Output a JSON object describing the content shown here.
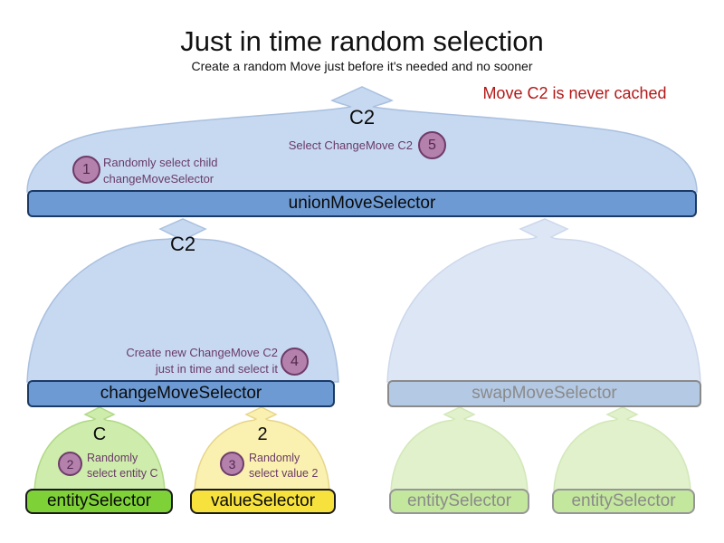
{
  "title": "Just in time random selection",
  "subtitle": "Create a random Move just before it's needed and no sooner",
  "note": "Move C2 is never cached",
  "colors": {
    "selector_bar_blue": "#6d9ad3",
    "selector_bar_blue_border": "#1b3a66",
    "funnel_light_blue": "#c7d9f0",
    "funnel_faded_blue": "#dde6f4",
    "faded_bar_blue": "#b4c9e4",
    "funnel_green": "#ceecac",
    "funnel_yellow": "#faf1b0",
    "funnel_faded_green": "#e0f1cb",
    "entity_bar_green": "#7ed137",
    "value_bar_yellow": "#f6e13d",
    "faded_bar_green": "#c4e79e",
    "step_circle_fill": "#b381ab",
    "step_circle_border": "#6e3c6a",
    "annotation_purple": "#6a3a68",
    "note_red": "#b21818"
  },
  "top": {
    "arrow_label": "C2",
    "bar": "unionMoveSelector",
    "step1": {
      "num": "1",
      "line1": "Randomly select child",
      "line2": "changeMoveSelector"
    },
    "step5": {
      "num": "5",
      "text": "Select ChangeMove C2"
    }
  },
  "middle": {
    "arrow_label": "C2",
    "change_bar": "changeMoveSelector",
    "swap_bar": "swapMoveSelector",
    "step4": {
      "num": "4",
      "line1": "Create new ChangeMove C2",
      "line2": "just in time and select it"
    }
  },
  "bottom": {
    "entity": {
      "arrow_label": "C",
      "bar": "entitySelector",
      "step": {
        "num": "2",
        "line1": "Randomly",
        "line2": "select entity C"
      }
    },
    "value": {
      "arrow_label": "2",
      "bar": "valueSelector",
      "step": {
        "num": "3",
        "line1": "Randomly",
        "line2": "select value 2"
      }
    },
    "faded_bars": [
      "entitySelector",
      "entitySelector"
    ]
  }
}
